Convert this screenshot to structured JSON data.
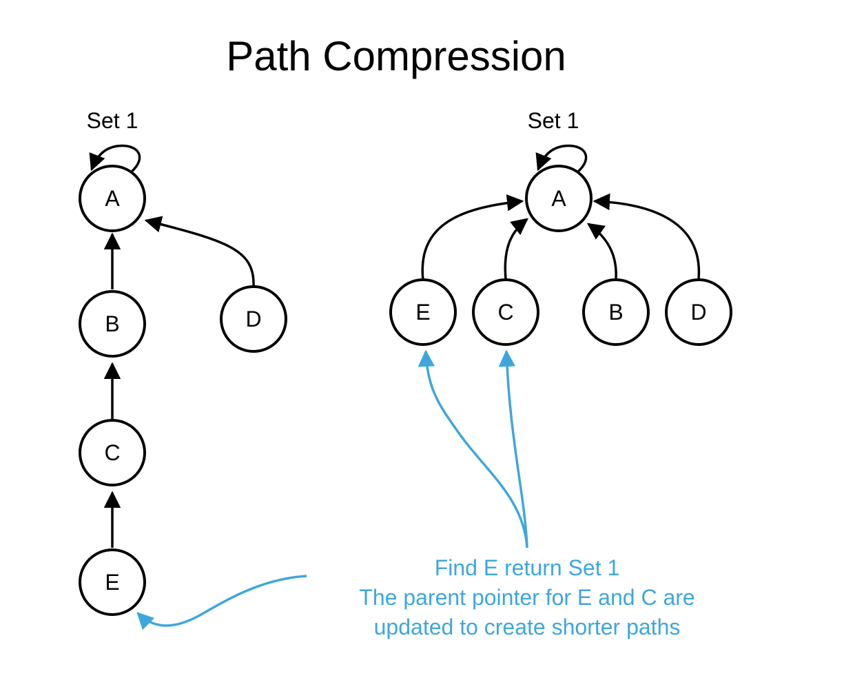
{
  "title": "Path Compression",
  "colors": {
    "ink": "#000000",
    "annotation": "#3ea6dd"
  },
  "left_tree": {
    "set_label": "Set 1",
    "nodes": {
      "A": "A",
      "B": "B",
      "C": "C",
      "D": "D",
      "E": "E"
    }
  },
  "right_tree": {
    "set_label": "Set 1",
    "nodes": {
      "A": "A",
      "E": "E",
      "C": "C",
      "B": "B",
      "D": "D"
    }
  },
  "annotation": {
    "lines": [
      "Find E return Set 1",
      "The parent pointer for E and C are",
      "updated to create shorter paths"
    ]
  }
}
